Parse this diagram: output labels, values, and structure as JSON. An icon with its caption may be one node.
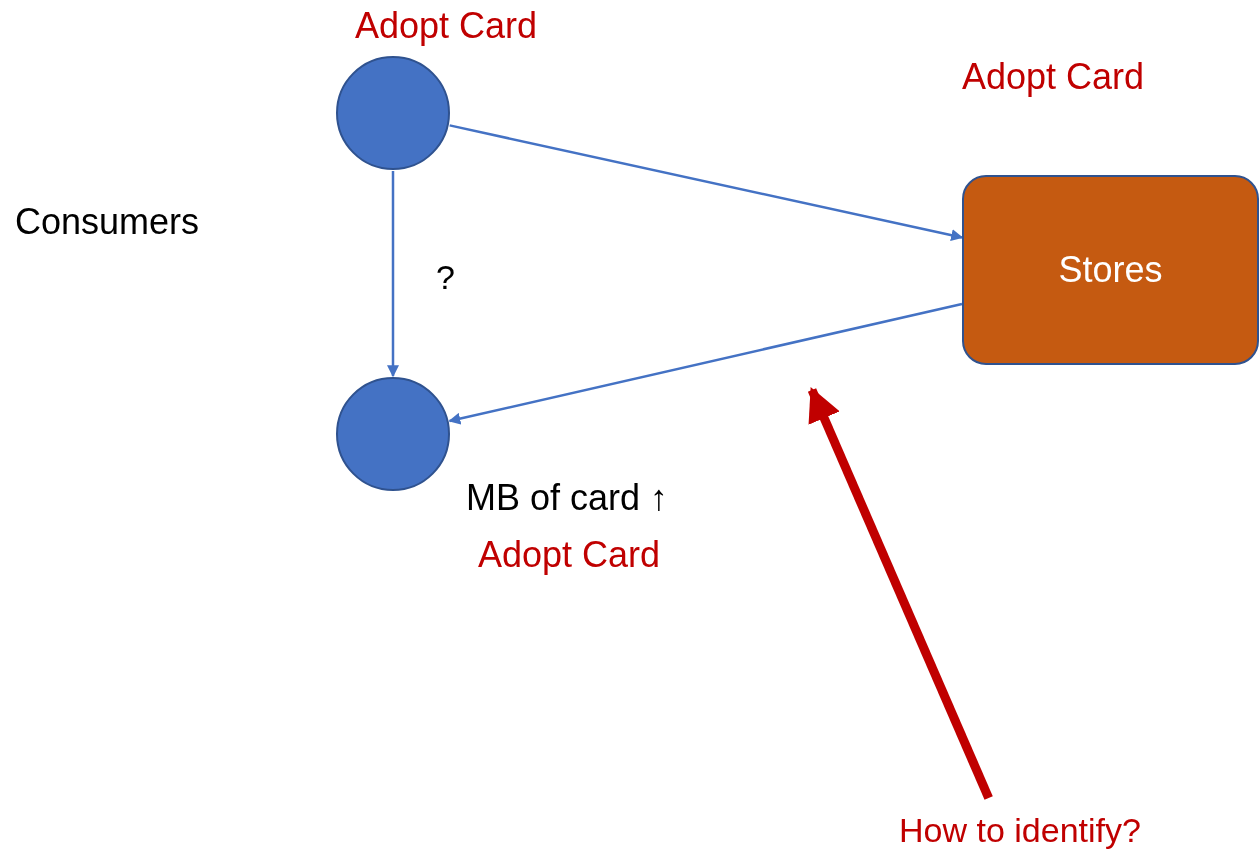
{
  "diagram": {
    "nodes": [
      {
        "text": [],
        "shape": "circle",
        "beside": [
          "Adopt Card"
        ]
      },
      {
        "text": [],
        "shape": "circle",
        "beside": [
          "MB of card ↑",
          "Adopt Card"
        ]
      },
      {
        "text": [
          "Stores"
        ],
        "beside": [
          "Adopt Card"
        ]
      },
      {
        "text": [
          "How to identify?"
        ]
      }
    ],
    "edges": [
      {
        "from": 0,
        "to": 2,
        "arrow": "to"
      },
      {
        "from": 2,
        "to": 1,
        "arrow": "to"
      },
      {
        "from": 0,
        "to": 1,
        "arrow": "to",
        "label": "?"
      },
      {
        "from": 3,
        "to": null,
        "arrow": "to",
        "style": "thick",
        "color": "#c00000"
      }
    ],
    "labels": [
      "Consumers"
    ]
  }
}
